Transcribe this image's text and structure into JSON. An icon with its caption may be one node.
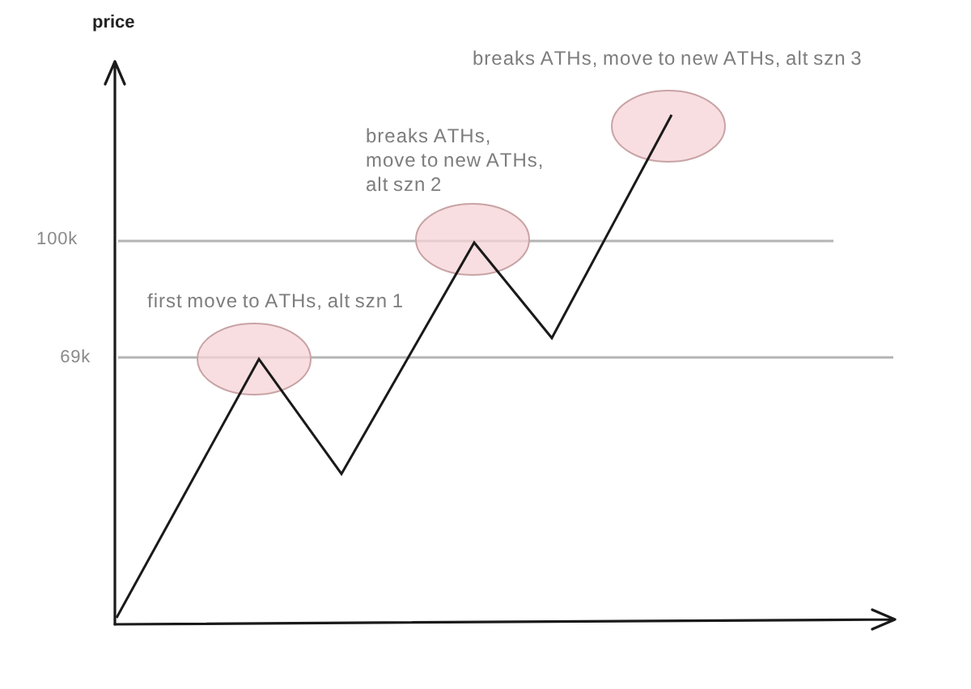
{
  "diagram": {
    "labels": [
      "price",
      "breaks ATHs, move to new ATHs, alt szn 3",
      "breaks ATHs, move to new ATHs, alt szn 2",
      "100k",
      "first move to ATHs, alt szn 1",
      "69k"
    ]
  }
}
